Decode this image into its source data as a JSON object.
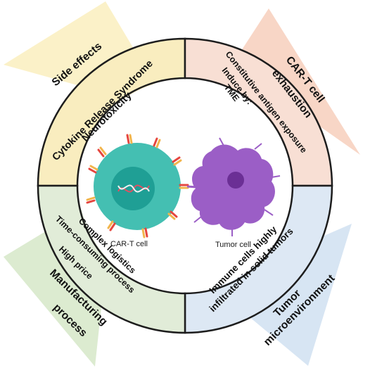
{
  "quadrants": {
    "top_left": {
      "title": "Side effects",
      "lines": [
        "Cytokine Release Syndrome",
        "Neurotoxicity"
      ],
      "fill": "#f9edbf",
      "flag": "#fbf1c8"
    },
    "top_right": {
      "title_lines": [
        "CAR-T cell",
        "exhaustion"
      ],
      "lines": [
        "Constitutive antigen exposure",
        "Induce by:",
        "TME"
      ],
      "fill": "#f8dfd4",
      "flag": "#f8d6c6"
    },
    "bottom_left": {
      "title_lines": [
        "Manufacturing",
        "process"
      ],
      "lines": [
        "Complex logistics",
        "Time-consuming process",
        "High price"
      ],
      "fill": "#e1ecd8",
      "flag": "#dcebd0"
    },
    "bottom_right": {
      "title_lines": [
        "Tumor",
        "microenvironment"
      ],
      "lines": [
        "Immune cells highly",
        "infiltrated in solid tumors"
      ],
      "fill": "#dde8f4",
      "flag": "#d7e5f3"
    }
  },
  "center": {
    "cart_label": "CAR-T cell",
    "tumor_label": "Tumor cell"
  },
  "colors": {
    "ring_stroke": "#1d1d1d",
    "cart_outer": "#44bfb2",
    "cart_inner": "#1f9f95",
    "tumor": "#9b5ec6",
    "tumor_nucleus": "#6b2f95"
  }
}
